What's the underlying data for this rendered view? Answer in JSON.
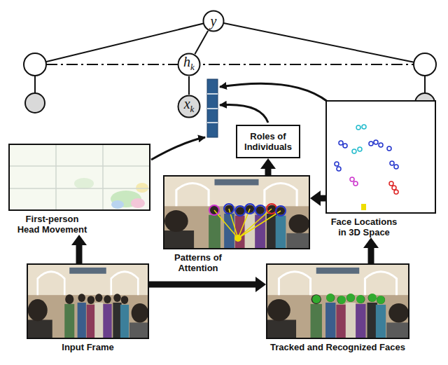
{
  "diagram": {
    "nodes": [
      {
        "text": [
          "y"
        ]
      },
      {
        "text": [
          "h",
          "k"
        ]
      },
      {
        "text": [
          "x",
          "k"
        ]
      },
      {
        "text": [
          "Roles of Individuals"
        ]
      },
      {
        "text": [
          "First-person Head Movement"
        ]
      },
      {
        "text": [
          "Face Locations in 3D Space"
        ]
      },
      {
        "text": [
          "Patterns of Attention"
        ]
      },
      {
        "text": [
          "Input Frame"
        ]
      },
      {
        "text": [
          "Tracked and Recognized Faces"
        ]
      }
    ],
    "edges": [
      {
        "from": 0,
        "to": 1,
        "arrow": "none"
      },
      {
        "from": 1,
        "to": 2,
        "arrow": "none"
      },
      {
        "from": 7,
        "to": 4,
        "arrow": "to"
      },
      {
        "from": 7,
        "to": 8,
        "arrow": "to"
      },
      {
        "from": 8,
        "to": 5,
        "arrow": "to"
      },
      {
        "from": 5,
        "to": 6,
        "arrow": "to"
      },
      {
        "from": 6,
        "to": 3,
        "arrow": "to"
      }
    ]
  }
}
